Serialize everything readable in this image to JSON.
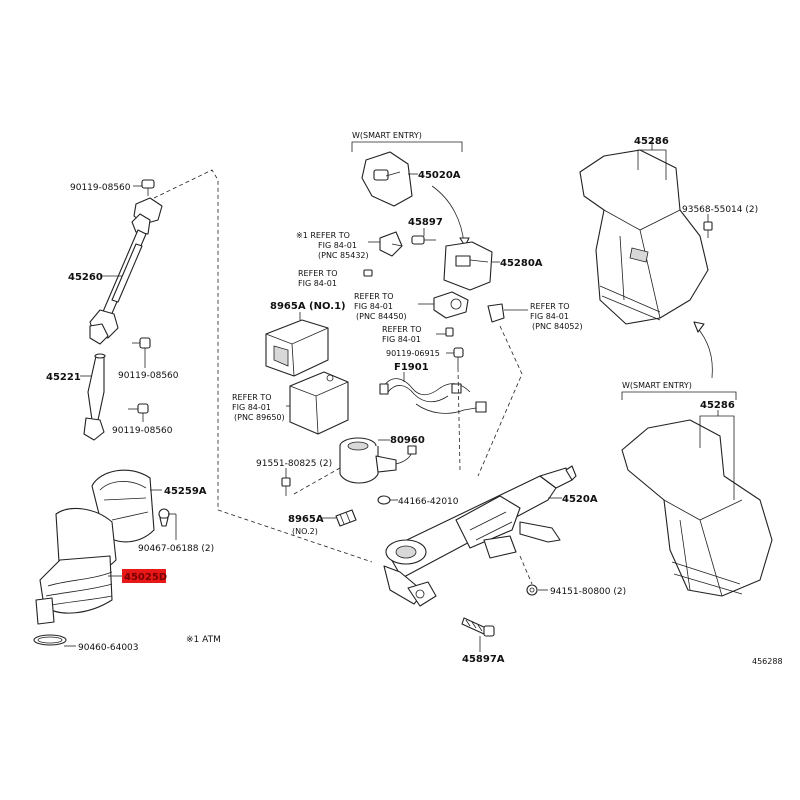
{
  "diagram": {
    "figure_id": "456288",
    "footnote": "※1 ATM",
    "highlight_color": "#e81818",
    "labels": {
      "p90119_08560_a": "90119-08560",
      "p45260": "45260",
      "p90119_08560_b": "90119-08560",
      "p45221": "45221",
      "p90119_08560_c": "90119-08560",
      "p45259A": "45259A",
      "p90467_06188": "90467-06188 (2)",
      "p45025D": "45025D",
      "p90460_64003": "90460-64003",
      "wse1": "W(SMART ENTRY)",
      "p45020A": "45020A",
      "p45897": "45897",
      "ref1_a": "※1 REFER TO",
      "ref1_b": "FIG 84-01",
      "ref1_c": "(PNC 85432)",
      "p45280A": "45280A",
      "ref2_a": "REFER TO",
      "ref2_b": "FIG 84-01",
      "p8965A_1": "8965A (NO.1)",
      "ref3_a": "REFER TO",
      "ref3_b": "FIG 84-01",
      "ref3_c": "(PNC 84450)",
      "ref4_a": "REFER TO",
      "ref4_b": "FIG 84-01",
      "ref5_a": "REFER TO",
      "ref5_b": "FIG 84-01",
      "ref5_c": "(PNC 84052)",
      "p90119_06915": "90119-06915",
      "pF1901": "F1901",
      "ref6_a": "REFER TO",
      "ref6_b": "FIG 84-01",
      "ref6_c": "(PNC 89650)",
      "p80960": "80960",
      "p91551_80825": "91551-80825 (2)",
      "p44166_42010": "44166-42010",
      "p4520A": "4520A",
      "p8965A_2": "8965A",
      "p8965A_2n": "(NO.2)",
      "p94151_80800": "94151-80800 (2)",
      "p45897A": "45897A",
      "p45286_a": "45286",
      "p93568_55014": "93568-55014 (2)",
      "wse2": "W(SMART ENTRY)",
      "p45286_b": "45286"
    }
  }
}
